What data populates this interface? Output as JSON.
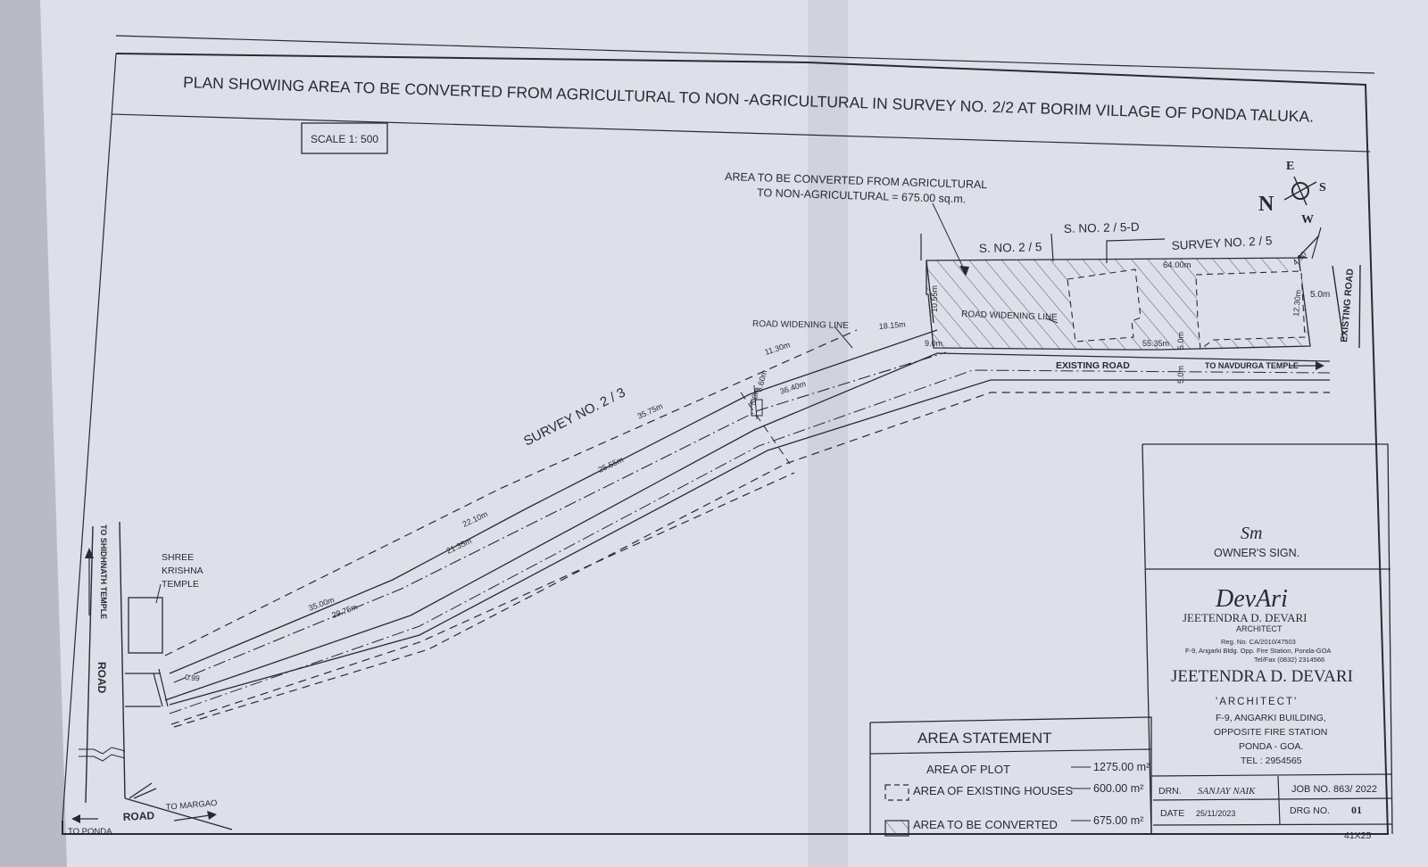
{
  "title": "PLAN SHOWING AREA TO BE CONVERTED FROM AGRICULTURAL TO NON -AGRICULTURAL IN SURVEY NO. 2/2 AT BORIM VILLAGE OF PONDA TALUKA.",
  "scale": "SCALE 1: 500",
  "callout": {
    "line1": "AREA TO BE CONVERTED FROM AGRICULTURAL",
    "line2": "TO NON-AGRICULTURAL = 675.00 sq.m."
  },
  "compass": {
    "n": "N",
    "e": "E",
    "s": "S",
    "w": "W"
  },
  "plot_labels": {
    "s_no_25": "S. NO. 2 / 5",
    "s_no_25d": "S. NO. 2 / 5-D",
    "survey_25": "SURVEY NO. 2 / 5",
    "survey_23": "SURVEY NO. 2 / 3",
    "road_widening_1": "ROAD WIDENING LINE",
    "road_widening_2": "ROAD WIDENING LINE",
    "existing_road": "EXISTING ROAD",
    "existing_road_v": "EXISTING ROAD",
    "to_navdurga": "TO NAVDURGA TEMPLE",
    "temple_1": "SHREE",
    "temple_2": "KRISHNA",
    "temple_3": "TEMPLE",
    "to_shidhnath": "TO SHIDHNATH TEMPLE",
    "road_v": "ROAD",
    "road_h": "ROAD",
    "to_ponda": "TO PONDA",
    "to_margao": "TO MARGAO"
  },
  "dimensions": {
    "d_6400": "64.00m",
    "d_490": "4.90",
    "d_1055": "10.55m",
    "d_1230": "12.30m",
    "d_50a": "5.0m",
    "d_5535": "55.35m",
    "d_50b": "5.0m",
    "d_50c": "5.0m",
    "d_90": "9.0m",
    "d_1815": "18.15m",
    "d_1130": "11.30m",
    "d_3640": "36.40m",
    "d_660": "6.60m",
    "d_50d": "5.0m",
    "d_3575": "35.75m",
    "d_2555": "25.55m",
    "d_2210": "22.10m",
    "d_2135": "21.35m",
    "d_3500": "35.00m",
    "d_2975": "29.75m",
    "d_099": "0.99"
  },
  "owner_sign_label": "OWNER'S SIGN.",
  "owner_signature": "Sm",
  "architect_signature": "DevAri",
  "architect_stamp": {
    "name": "JEETENDRA D. DEVARI",
    "title": "ARCHITECT",
    "reg": "Reg. No. CA/2010/47503",
    "address": "F-9, Angarki Bldg. Opp. Fire Station, Ponda-GOA",
    "tel": "Tel/Fax (0832) 2314566"
  },
  "architect_block": {
    "name": "JEETENDRA D. DEVARI",
    "title": "'ARCHITECT'",
    "addr1": "F-9, ANGARKI BUILDING,",
    "addr2": "OPPOSITE FIRE STATION",
    "addr3": "PONDA - GOA.",
    "tel": "TEL : 2954565"
  },
  "area_statement": {
    "heading": "AREA  STATEMENT",
    "rows": [
      {
        "label": "AREA OF PLOT",
        "value": "1275.00 m²"
      },
      {
        "label": "AREA OF EXISTING HOUSES",
        "value": "600.00 m²"
      },
      {
        "label": "AREA TO BE CONVERTED",
        "value": "675.00 m²"
      }
    ]
  },
  "title_block": {
    "drn_label": "DRN.",
    "drn_value": "SANJAY NAIK",
    "job": "JOB NO. 863/ 2022",
    "date_label": "DATE",
    "date_value": "25/11/2023",
    "drg_label": "DRG NO.",
    "drg_value": "01",
    "sheet": "41X25"
  }
}
